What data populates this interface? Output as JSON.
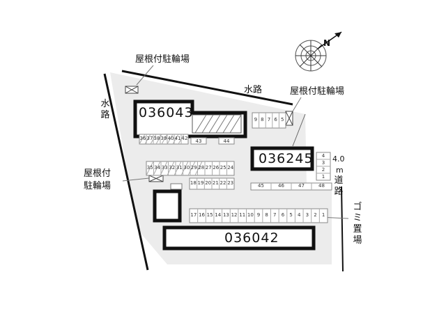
{
  "labels": {
    "bike_shelter_top": "屋根付駐輪場",
    "bike_shelter_right": "屋根付駐輪場",
    "bike_shelter_left_1": "屋根付",
    "bike_shelter_left_2": "駐輪場",
    "waterway_top": "水路",
    "waterway_left": "水路",
    "road_width": "4.0",
    "road_unit": "m",
    "road": "道路",
    "garbage": "ゴミ置場",
    "compass": "N"
  },
  "buildings": {
    "b1": "036043",
    "b2": "036245",
    "b3": "036042"
  },
  "parking": {
    "top_row": [
      "9",
      "8",
      "7",
      "6",
      "5"
    ],
    "mid_row": [
      "36",
      "37",
      "38",
      "39",
      "40",
      "41",
      "42"
    ],
    "single_43": "43",
    "single_44": "44",
    "row_35_24": [
      "35",
      "34",
      "33",
      "32",
      "31",
      "30",
      "29",
      "28",
      "27",
      "26",
      "25",
      "24"
    ],
    "row_18_23": [
      "18",
      "19",
      "20",
      "21",
      "22",
      "23"
    ],
    "row_45_48": [
      "45",
      "46",
      "47",
      "48"
    ],
    "right_col": [
      "4",
      "3",
      "2",
      "1"
    ],
    "bottom_row": [
      "17",
      "16",
      "15",
      "14",
      "13",
      "12",
      "11",
      "10",
      "9",
      "8",
      "7",
      "6",
      "5",
      "4",
      "3",
      "2",
      "1"
    ]
  }
}
